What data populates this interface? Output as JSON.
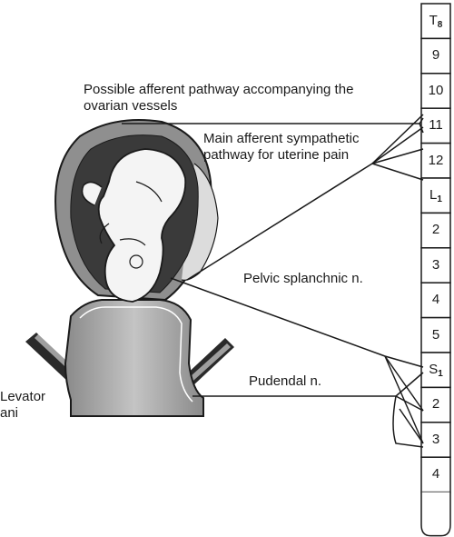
{
  "labels": {
    "ovarian_line1": "Possible afferent pathway accompanying the",
    "ovarian_line2": "ovarian vessels",
    "main_line1": "Main afferent sympathetic",
    "main_line2": "pathway for uterine pain",
    "pelvic": "Pelvic splanchnic n.",
    "pudendal": "Pudendal n.",
    "levator_line1": "Levator",
    "levator_line2": "ani"
  },
  "spinal_segments": [
    {
      "letter": "T",
      "sub": "8"
    },
    {
      "letter": "9",
      "sub": ""
    },
    {
      "letter": "10",
      "sub": ""
    },
    {
      "letter": "11",
      "sub": ""
    },
    {
      "letter": "12",
      "sub": ""
    },
    {
      "letter": "L",
      "sub": "1"
    },
    {
      "letter": "2",
      "sub": ""
    },
    {
      "letter": "3",
      "sub": ""
    },
    {
      "letter": "4",
      "sub": ""
    },
    {
      "letter": "5",
      "sub": ""
    },
    {
      "letter": "S",
      "sub": "1"
    },
    {
      "letter": "2",
      "sub": ""
    },
    {
      "letter": "3",
      "sub": ""
    },
    {
      "letter": "4",
      "sub": ""
    }
  ],
  "colors": {
    "outline": "#1a1a1a",
    "uterus_wall": "#8f8f8f",
    "uterus_cavity": "#3a3a3a",
    "fetus": "#f4f4f4",
    "vagina": "#9a9a9a",
    "muscle": "#2a2a2a"
  }
}
